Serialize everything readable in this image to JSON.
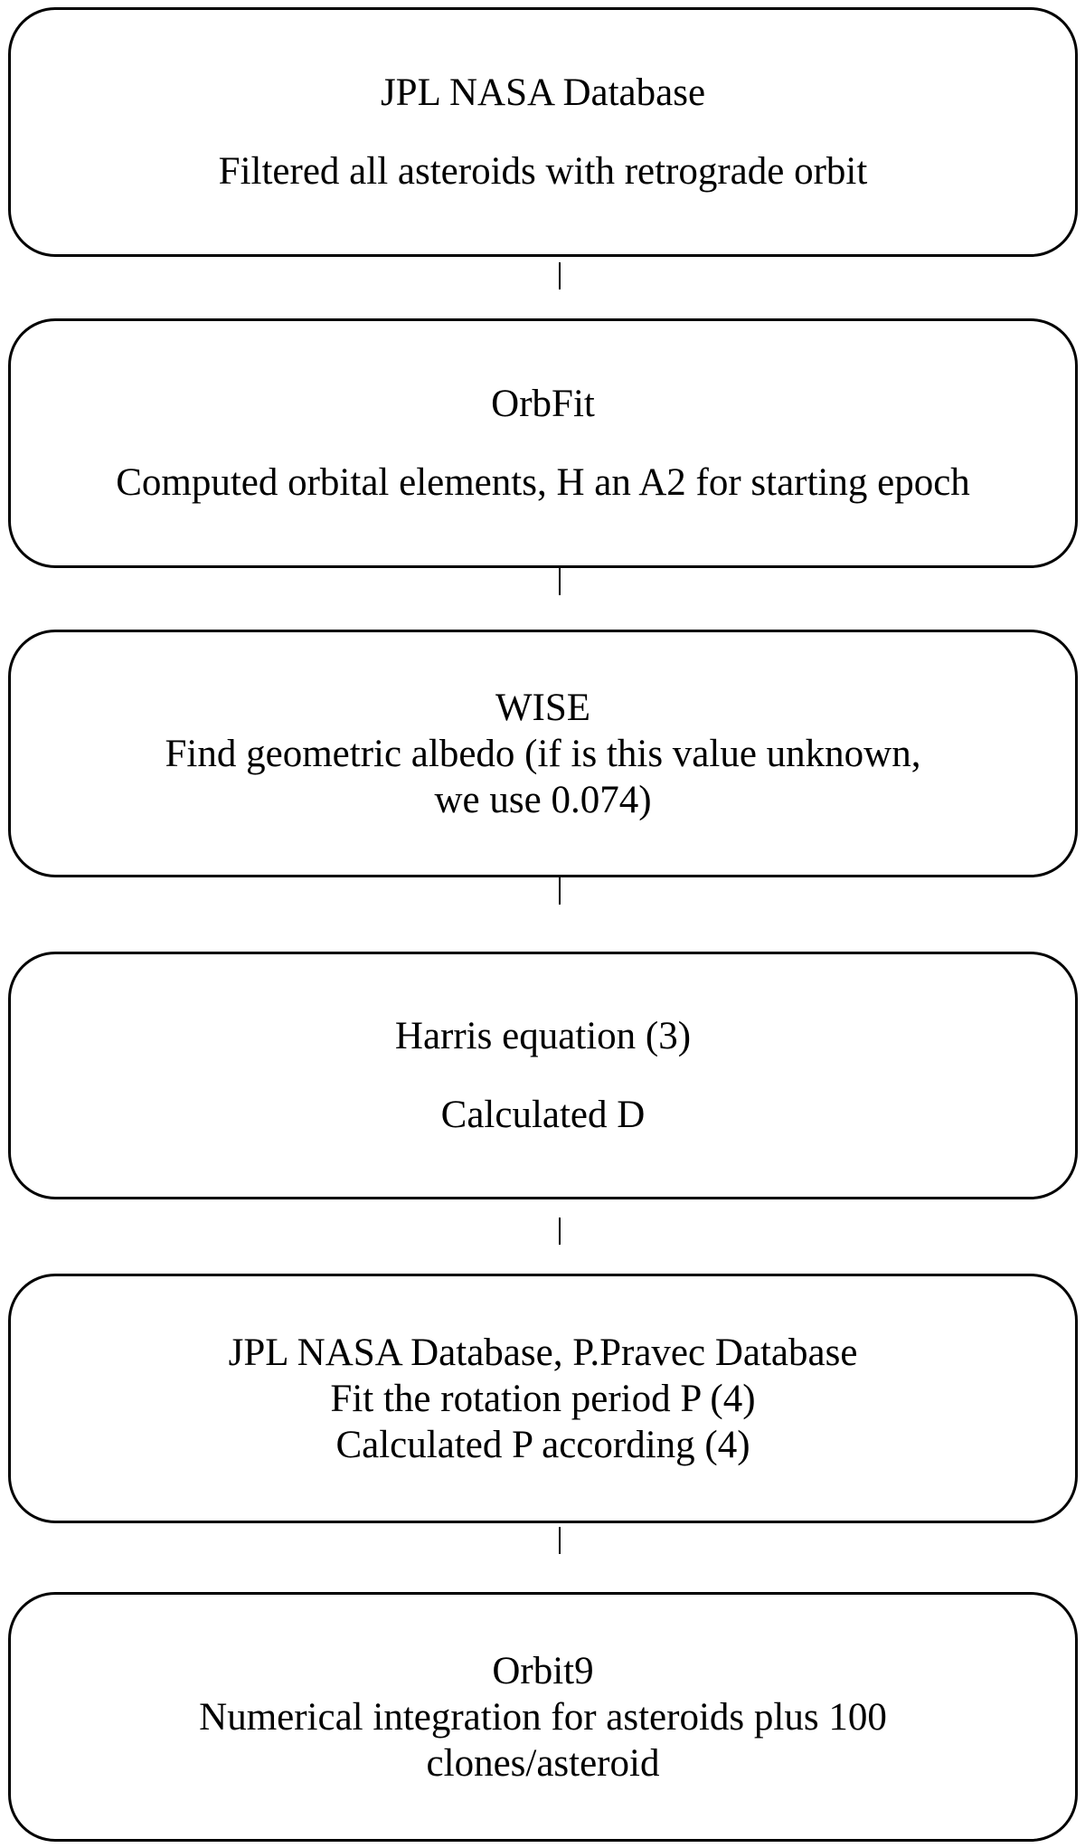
{
  "steps": [
    {
      "title": "JPL NASA Database",
      "lines": [
        "Filtered all asteroids with retrograde orbit"
      ],
      "spaced": true
    },
    {
      "title": "OrbFit",
      "lines": [
        "Computed orbital elements, H an A2 for starting epoch"
      ],
      "spaced": true
    },
    {
      "title": "WISE",
      "lines": [
        "Find geometric albedo (if is this value unknown,",
        "we use 0.074)"
      ],
      "spaced": false
    },
    {
      "title": "Harris equation (3)",
      "lines": [
        "Calculated D"
      ],
      "spaced": true
    },
    {
      "title": "JPL NASA Database, P.Pravec Database",
      "lines": [
        "Fit the rotation period P (4)",
        "Calculated P according (4)"
      ],
      "spaced": false
    },
    {
      "title": "Orbit9",
      "lines": [
        "Numerical integration for asteroids plus 100",
        "clones/asteroid"
      ],
      "spaced": false
    }
  ]
}
